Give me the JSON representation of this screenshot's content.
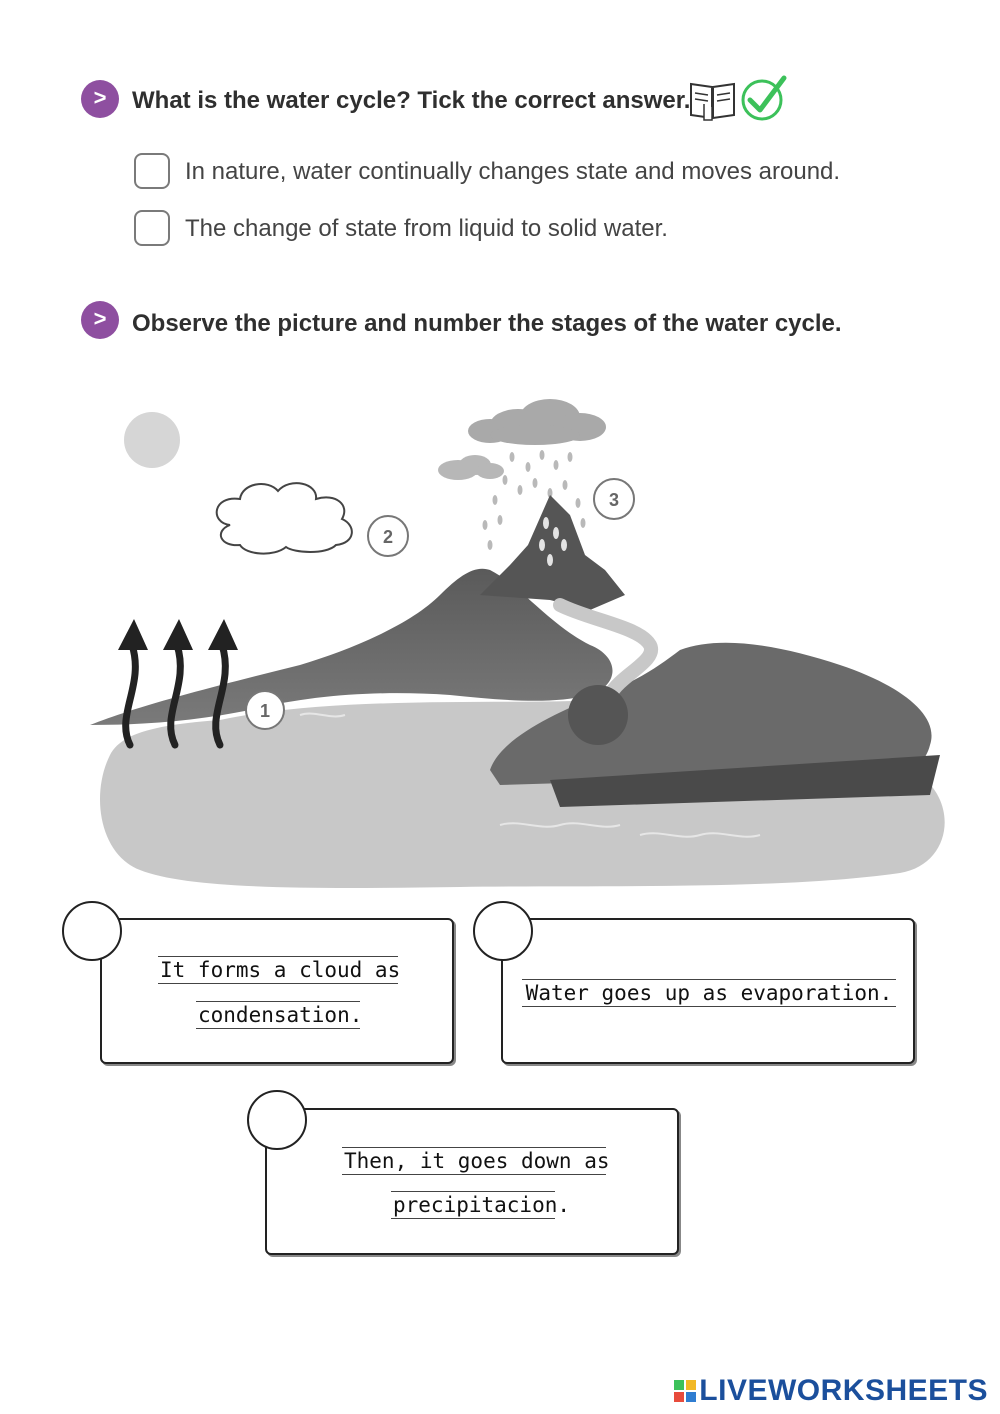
{
  "q1": {
    "bullet": ">",
    "text": "What is the water cycle? Tick the correct answer.",
    "options": [
      "In nature, water continually changes state and moves around.",
      "The change of state from liquid to solid water."
    ]
  },
  "q2": {
    "bullet": ">",
    "text": "Observe the picture and number the stages of the water cycle."
  },
  "picture": {
    "markers": [
      "1",
      "2",
      "3"
    ]
  },
  "answers": {
    "box1": {
      "line1": "It forms a cloud as",
      "line2": "condensation."
    },
    "box2": {
      "line1": "Water goes up as evaporation."
    },
    "box3": {
      "line1": "Then, it goes down as",
      "line2": "precipitacion."
    }
  },
  "icons": {
    "bullet": "chevron-right-icon",
    "instruction": "book-icon",
    "check": "checkmark-icon",
    "logo": "liveworksheets-logo-icon"
  },
  "colors": {
    "bullet": "#8e4fa0",
    "check": "#3cc15a",
    "logo": "#1b4f9c"
  },
  "footer": {
    "brand": "LIVEWORKSHEETS"
  }
}
